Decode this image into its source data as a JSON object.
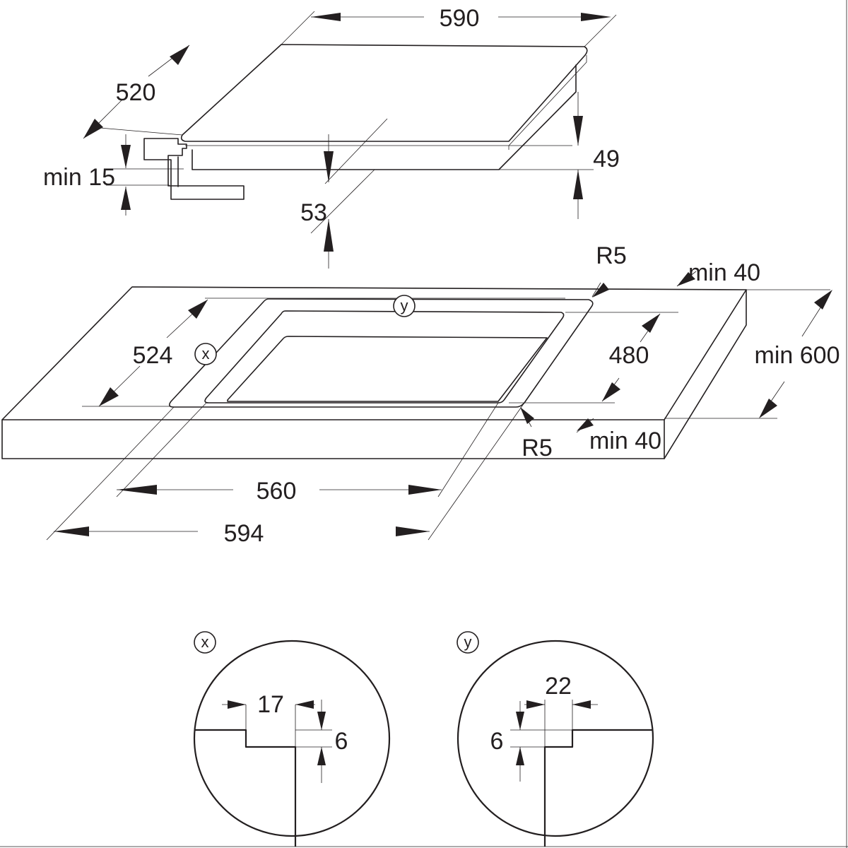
{
  "hob": {
    "width": "590",
    "depth": "520",
    "height": "49",
    "depth_below": "53",
    "min_worktop_gap": "min 15"
  },
  "cutout": {
    "radius_top": "R5",
    "radius_bottom": "R5",
    "min_back": "min 40",
    "min_front": "min 40",
    "inner_depth": "480",
    "outer_depth": "524",
    "min_worktop_depth": "min 600",
    "inner_width": "560",
    "outer_width": "594",
    "marker_x": "x",
    "marker_y": "y"
  },
  "detail_x": {
    "marker": "x",
    "step_width": "17",
    "step_height": "6"
  },
  "detail_y": {
    "marker": "y",
    "step_width": "22",
    "step_height": "6"
  }
}
